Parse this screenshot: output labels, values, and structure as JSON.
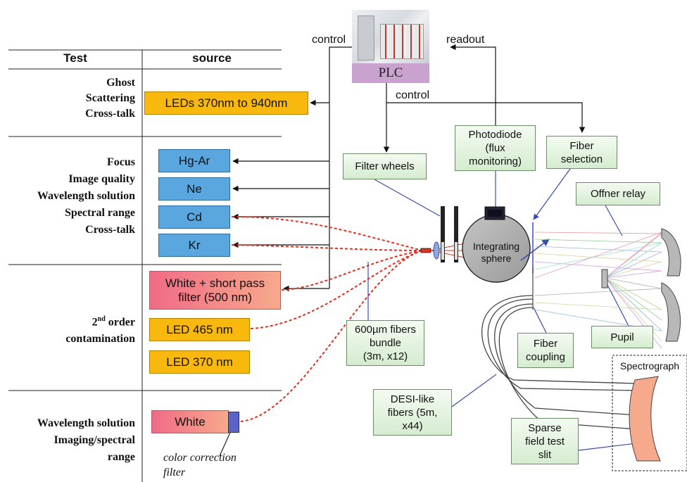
{
  "table": {
    "header_test": "Test",
    "header_source": "source",
    "group1_tests": [
      "Ghost",
      "Scattering",
      "Cross-talk"
    ],
    "group2_tests": [
      "Focus",
      "Image quality",
      "Wavelength solution",
      "Spectral range",
      "Cross-talk"
    ],
    "group3_tests_line1_pre": "2",
    "group3_tests_line1_sup": "nd",
    "group3_tests_line1_post": " order",
    "group3_tests_line2": "contamination",
    "group4_tests": [
      "Wavelength solution",
      "Imaging/spectral",
      "range"
    ]
  },
  "sources": {
    "leds_all": "LEDs 370nm to 940nm",
    "hg_ar": "Hg-Ar",
    "ne": "Ne",
    "cd": "Cd",
    "kr": "Kr",
    "white_short_pass_line1": "White + short pass",
    "white_short_pass_line2": "filter (500 nm)",
    "led_465": "LED 465 nm",
    "led_370": "LED 370 nm",
    "white": "White",
    "color_filter_line1": "color correction",
    "color_filter_line2": "filter"
  },
  "plc": {
    "label": "PLC"
  },
  "labels": {
    "control_left": "control",
    "control_mid": "control",
    "readout": "readout"
  },
  "components": {
    "filter_wheels": "Filter wheels",
    "photodiode": [
      "Photodiode",
      "(flux",
      "monitoring)"
    ],
    "fiber_selection": [
      "Fiber",
      "selection"
    ],
    "offner_relay": "Offner relay",
    "integrating_sphere": [
      "Integrating",
      "sphere"
    ],
    "fibers_bundle": [
      "600µm fibers",
      "bundle",
      "(3m, x12)"
    ],
    "pupil": "Pupil",
    "fiber_coupling": [
      "Fiber",
      "coupling"
    ],
    "spectrograph": "Spectrograph",
    "desi_fibers": [
      "DESI-like",
      "fibers (5m,",
      "x44)"
    ],
    "sparse_slit": [
      "Sparse",
      "field test",
      "slit"
    ]
  },
  "colors": {
    "led_orange": "#f9b80e",
    "lamp_blue": "#5aa6de",
    "plc_purple": "#c9a2cf",
    "green_box": "#d5ecd0",
    "fiber_red": "#e03020",
    "sphere_gray": "#a9a9a9",
    "slit_salmon": "#f7a98c"
  }
}
